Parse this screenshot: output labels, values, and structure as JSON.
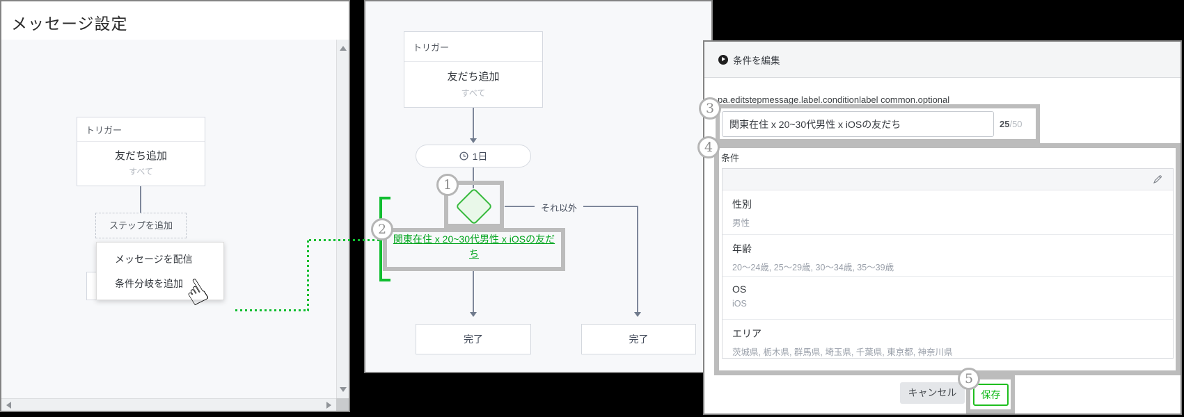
{
  "colors": {
    "accent_green": "#00b900",
    "annotation_gray": "#bcbcbc",
    "flow_line": "#7e879a",
    "diamond_fill": "#e9f8e9"
  },
  "left": {
    "title": "メッセージ設定",
    "flow": {
      "trigger_header": "トリガー",
      "trigger_title": "友だち追加",
      "trigger_sub": "すべて",
      "add_step": "ステップを追加",
      "menu": [
        "メッセージを配信",
        "条件分岐を追加"
      ]
    }
  },
  "mid": {
    "trigger_header": "トリガー",
    "trigger_title": "友だち追加",
    "trigger_sub": "すべて",
    "delay": "1日",
    "otherwise": "それ以外",
    "link_line1": "関東在住 x 20~30代男性 x iOSの友だ",
    "link_line2": "ち",
    "done": "完了"
  },
  "right": {
    "header": "条件を編集",
    "field_key": "pa.editstepmessage.label.conditionlabel common.optional",
    "name_value": "関東在住 x 20~30代男性 x iOSの友だち",
    "count": "25",
    "count_max": "/50",
    "cond_label": "条件",
    "rows": [
      {
        "label": "性別",
        "value": "男性"
      },
      {
        "label": "年齢",
        "value": "20〜24歳, 25〜29歳, 30〜34歳, 35〜39歳"
      },
      {
        "label": "OS",
        "value": "iOS"
      },
      {
        "label": "エリア",
        "value": "茨城県, 栃木県, 群馬県, 埼玉県, 千葉県, 東京都, 神奈川県"
      }
    ],
    "cancel": "キャンセル",
    "save": "保存"
  },
  "ann": {
    "n1": "1",
    "n2": "2",
    "n3": "3",
    "n4": "4",
    "n5": "5"
  }
}
